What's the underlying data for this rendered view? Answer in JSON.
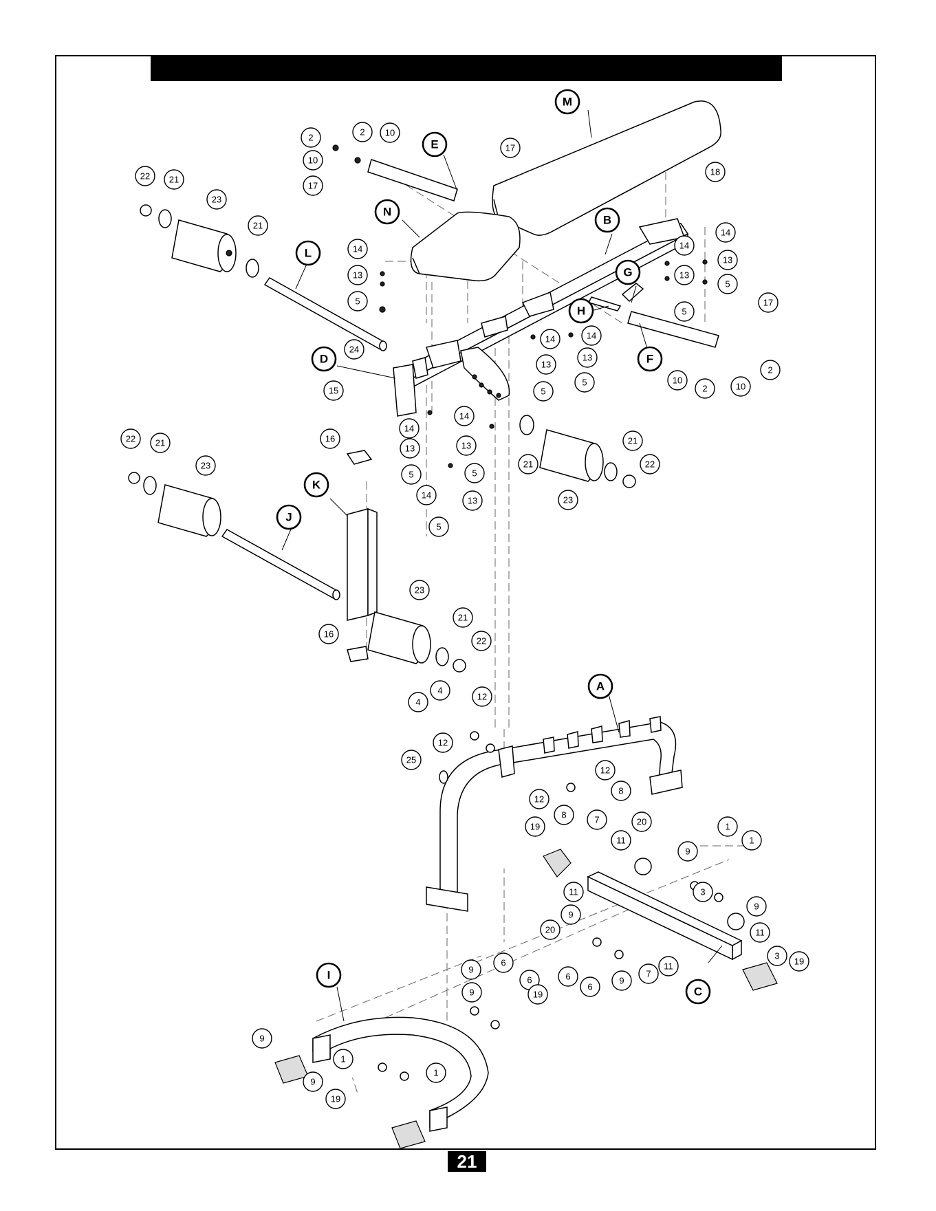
{
  "page": {
    "number": "21"
  },
  "callouts": [
    {
      "label": "M",
      "kind": "letter"
    },
    {
      "label": "N",
      "kind": "letter"
    },
    {
      "label": "E",
      "kind": "letter"
    },
    {
      "label": "B",
      "kind": "letter"
    },
    {
      "label": "G",
      "kind": "letter"
    },
    {
      "label": "H",
      "kind": "letter"
    },
    {
      "label": "F",
      "kind": "letter"
    },
    {
      "label": "L",
      "kind": "letter"
    },
    {
      "label": "D",
      "kind": "letter"
    },
    {
      "label": "K",
      "kind": "letter"
    },
    {
      "label": "J",
      "kind": "letter"
    },
    {
      "label": "A",
      "kind": "letter"
    },
    {
      "label": "C",
      "kind": "letter"
    },
    {
      "label": "I",
      "kind": "letter"
    },
    {
      "label": "2"
    },
    {
      "label": "10"
    },
    {
      "label": "17"
    },
    {
      "label": "2"
    },
    {
      "label": "10"
    },
    {
      "label": "17"
    },
    {
      "label": "18"
    },
    {
      "label": "22"
    },
    {
      "label": "21"
    },
    {
      "label": "23"
    },
    {
      "label": "21"
    },
    {
      "label": "14"
    },
    {
      "label": "13"
    },
    {
      "label": "5"
    },
    {
      "label": "14"
    },
    {
      "label": "13"
    },
    {
      "label": "5"
    },
    {
      "label": "14"
    },
    {
      "label": "13"
    },
    {
      "label": "5"
    },
    {
      "label": "17"
    },
    {
      "label": "2"
    },
    {
      "label": "10"
    },
    {
      "label": "10"
    },
    {
      "label": "2"
    },
    {
      "label": "14"
    },
    {
      "label": "13"
    },
    {
      "label": "5"
    },
    {
      "label": "14"
    },
    {
      "label": "13"
    },
    {
      "label": "5"
    },
    {
      "label": "24"
    },
    {
      "label": "15"
    },
    {
      "label": "14"
    },
    {
      "label": "13"
    },
    {
      "label": "5"
    },
    {
      "label": "14"
    },
    {
      "label": "13"
    },
    {
      "label": "5"
    },
    {
      "label": "14"
    },
    {
      "label": "13"
    },
    {
      "label": "5"
    },
    {
      "label": "21"
    },
    {
      "label": "23"
    },
    {
      "label": "21"
    },
    {
      "label": "22"
    },
    {
      "label": "22"
    },
    {
      "label": "21"
    },
    {
      "label": "23"
    },
    {
      "label": "16"
    },
    {
      "label": "23"
    },
    {
      "label": "21"
    },
    {
      "label": "22"
    },
    {
      "label": "16"
    },
    {
      "label": "4"
    },
    {
      "label": "4"
    },
    {
      "label": "12"
    },
    {
      "label": "12"
    },
    {
      "label": "25"
    },
    {
      "label": "12"
    },
    {
      "label": "12"
    },
    {
      "label": "8"
    },
    {
      "label": "8"
    },
    {
      "label": "19"
    },
    {
      "label": "7"
    },
    {
      "label": "11"
    },
    {
      "label": "20"
    },
    {
      "label": "9"
    },
    {
      "label": "1"
    },
    {
      "label": "1"
    },
    {
      "label": "11"
    },
    {
      "label": "9"
    },
    {
      "label": "3"
    },
    {
      "label": "20"
    },
    {
      "label": "9"
    },
    {
      "label": "11"
    },
    {
      "label": "3"
    },
    {
      "label": "6"
    },
    {
      "label": "6"
    },
    {
      "label": "9"
    },
    {
      "label": "7"
    },
    {
      "label": "11"
    },
    {
      "label": "19"
    },
    {
      "label": "9"
    },
    {
      "label": "6"
    },
    {
      "label": "6"
    },
    {
      "label": "9"
    },
    {
      "label": "19"
    },
    {
      "label": "9"
    },
    {
      "label": "1"
    },
    {
      "label": "9"
    },
    {
      "label": "1"
    },
    {
      "label": "19"
    }
  ]
}
